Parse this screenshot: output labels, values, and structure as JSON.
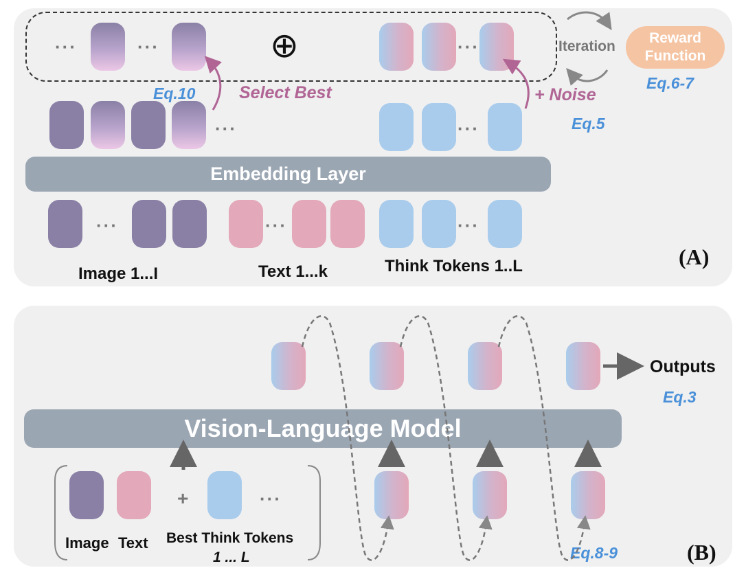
{
  "panel_a": {
    "tag": "(A)",
    "embedding_layer": "Embedding Layer",
    "iteration": "Iteration",
    "reward_function": "Reward Function",
    "select_best": "Select Best",
    "noise": "+ Noise",
    "eq_10": "Eq.10",
    "eq_5": "Eq.5",
    "eq_6_7": "Eq.6-7",
    "label_image": "Image 1...I",
    "label_text": "Text 1...k",
    "label_think": "Think Tokens 1..L",
    "ellipsis": "···",
    "plus_circle": "⊕"
  },
  "panel_b": {
    "tag": "(B)",
    "vlm": "Vision-Language Model",
    "outputs": "Outputs",
    "eq_3": "Eq.3",
    "eq_8_9": "Eq.8-9",
    "label_image": "Image",
    "label_text": "Text",
    "label_best_think": "Best Think Tokens",
    "label_range": "1 ... L",
    "plus": "+",
    "ellipsis": "···"
  },
  "colors": {
    "image_token": "#8a80a6",
    "text_token": "#e3a8b9",
    "think_token": "#a9ccec",
    "reward_box": "#f5c4a3",
    "equation": "#4a90d9",
    "annotation": "#b06595",
    "bar": "#9ba6b3"
  }
}
